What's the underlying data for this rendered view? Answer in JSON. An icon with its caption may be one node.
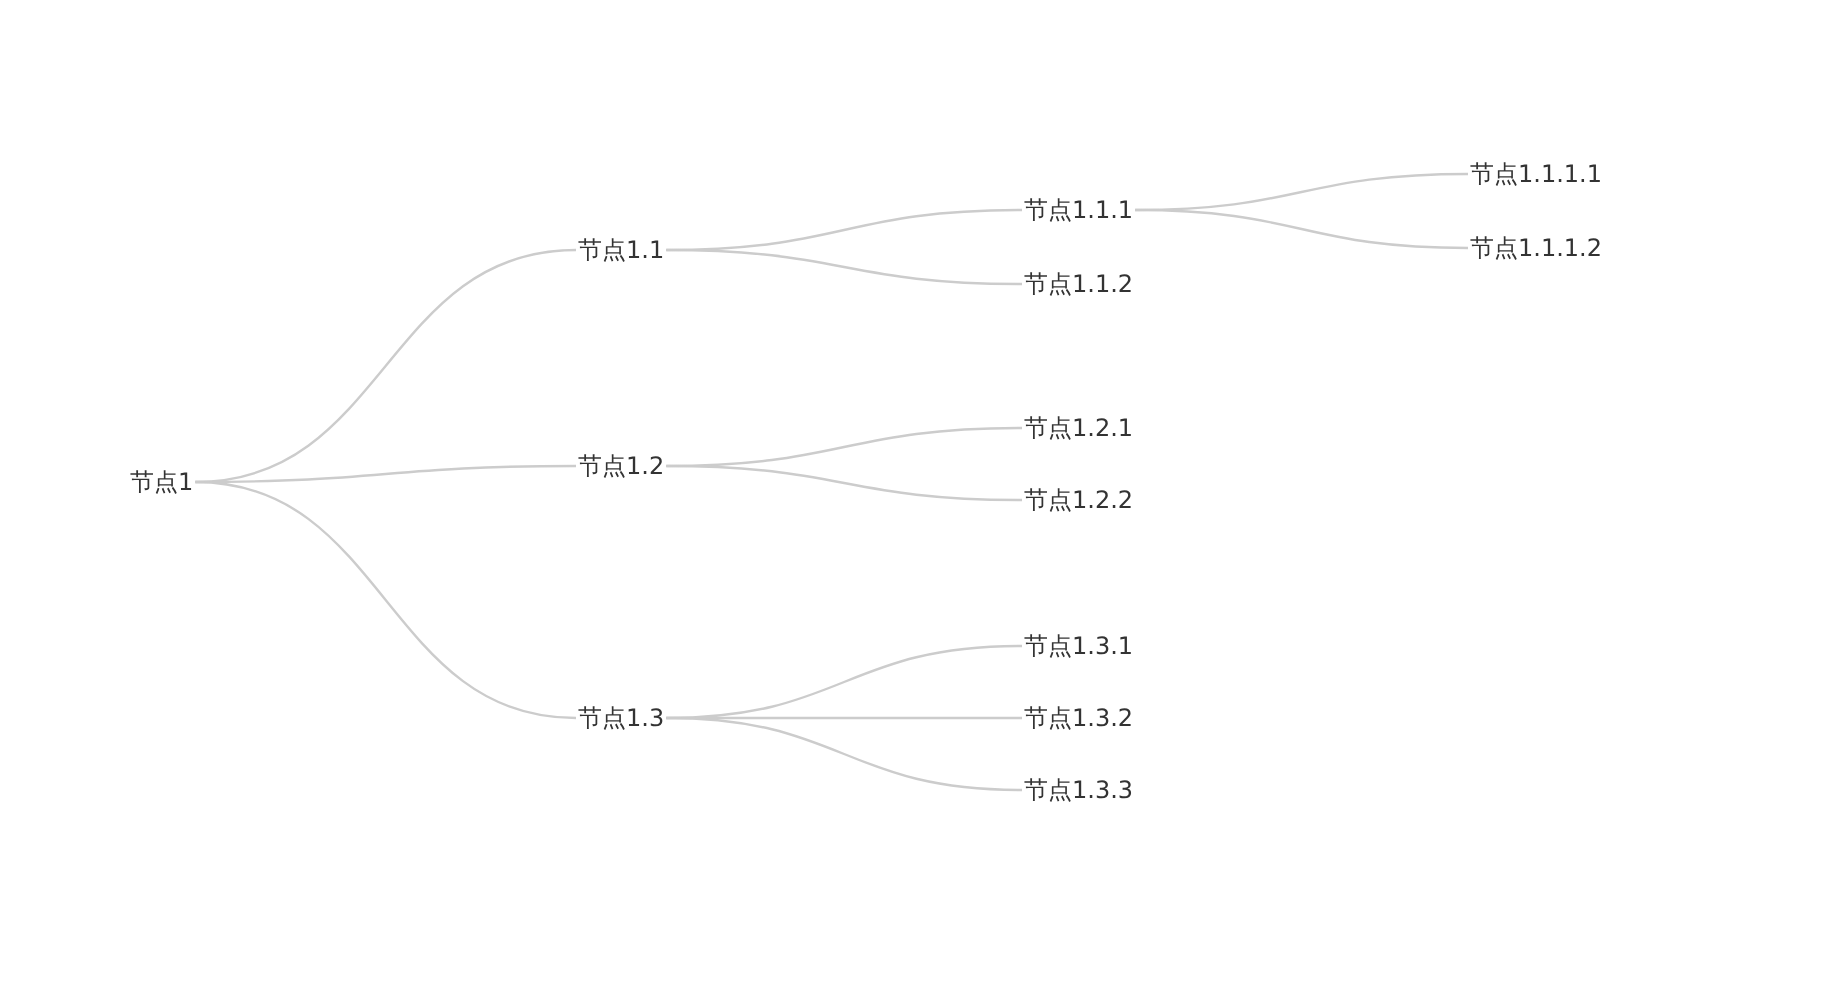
{
  "diagram": {
    "nodes": [
      {
        "text": [
          "节点1"
        ]
      },
      {
        "text": [
          "节点1.1"
        ]
      },
      {
        "text": [
          "节点1.1.1"
        ]
      },
      {
        "text": [
          "节点1.1.1.1"
        ]
      },
      {
        "text": [
          "节点1.1.1.2"
        ]
      },
      {
        "text": [
          "节点1.1.2"
        ]
      },
      {
        "text": [
          "节点1.2"
        ]
      },
      {
        "text": [
          "节点1.2.1"
        ]
      },
      {
        "text": [
          "节点1.2.2"
        ]
      },
      {
        "text": [
          "节点1.3"
        ]
      },
      {
        "text": [
          "节点1.3.1"
        ]
      },
      {
        "text": [
          "节点1.3.2"
        ]
      },
      {
        "text": [
          "节点1.3.3"
        ]
      }
    ],
    "edges": [
      {
        "from": 0,
        "to": 1,
        "arrow": "none"
      },
      {
        "from": 1,
        "to": 2,
        "arrow": "none"
      },
      {
        "from": 2,
        "to": 3,
        "arrow": "none"
      },
      {
        "from": 2,
        "to": 4,
        "arrow": "none"
      },
      {
        "from": 1,
        "to": 5,
        "arrow": "none"
      },
      {
        "from": 0,
        "to": 6,
        "arrow": "none"
      },
      {
        "from": 6,
        "to": 7,
        "arrow": "none"
      },
      {
        "from": 6,
        "to": 8,
        "arrow": "none"
      },
      {
        "from": 0,
        "to": 9,
        "arrow": "none"
      },
      {
        "from": 9,
        "to": 10,
        "arrow": "none"
      },
      {
        "from": 9,
        "to": 11,
        "arrow": "none"
      },
      {
        "from": 9,
        "to": 12,
        "arrow": "none"
      }
    ]
  }
}
